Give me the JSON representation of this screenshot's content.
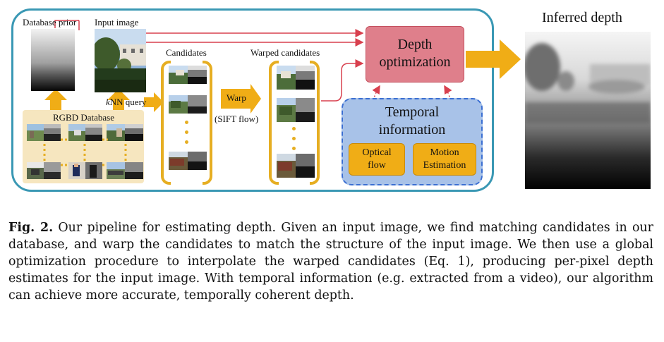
{
  "labels": {
    "database_prior": "Database prior",
    "input_image": "Input image",
    "candidates": "Candidates",
    "warped_candidates": "Warped candidates",
    "rgbd_database": "RGBD Database",
    "knn_k": "k",
    "knn_rest": "NN query",
    "warp": "Warp",
    "sift_flow": "(SIFT flow)",
    "depth_optimization": [
      "Depth",
      "optimization"
    ],
    "temporal_information": [
      "Temporal",
      "information"
    ],
    "optical_flow": [
      "Optical",
      "flow"
    ],
    "motion_estimation": [
      "Motion",
      "Estimation"
    ],
    "inferred_depth": "Inferred depth"
  },
  "caption": {
    "fig_label": "Fig. 2.",
    "text": " Our pipeline for estimating depth. Given an input image, we find matching candidates in our database, and warp the candidates to match the structure of the input image. We then use a global optimization procedure to interpolate the warped candidates (Eq. 1), producing per-pixel depth estimates for the input image. With temporal information (e.g. extracted from a video), our algorithm can achieve more accurate, temporally coherent depth."
  },
  "colors": {
    "frame": "#3a98b4",
    "arrow_orange": "#f0ad16",
    "arrow_red": "#d8404e",
    "depth_box": "#df7f8b",
    "temporal_box": "#a8c2e8",
    "temporal_border": "#3b6fd2",
    "rgbd_bg": "#f6e6bf"
  }
}
